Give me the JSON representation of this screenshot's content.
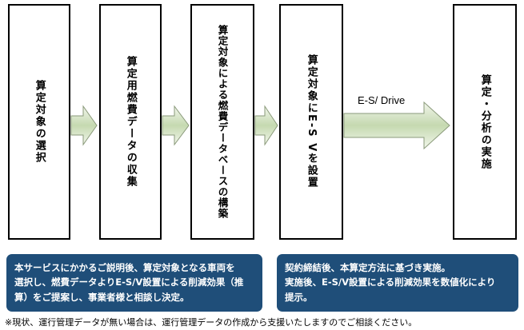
{
  "steps": [
    {
      "label": "算定対象の選択"
    },
    {
      "label": "算定用燃費データの収集"
    },
    {
      "label": "算定対象による燃費データベースの構築"
    },
    {
      "label": "算定対象にE-S Vを設置"
    },
    {
      "label": "算定・分析の実施"
    }
  ],
  "drive_label": "E-S/ Drive",
  "notes": {
    "left": {
      "line1": "本サービスにかかるご説明後、算定対象となる車両を",
      "line2": "選択し、燃費データよりE-S/V設置による削減効果（推",
      "line3": "算）をご提案し、事業者様と相談し決定。"
    },
    "right": {
      "line1": "契約締結後、本算定方法に基づき実施。",
      "line2": "実施後、E-S/V設置による削減効果を数値化により",
      "line3": "提示。"
    }
  },
  "footnote": "※現状、運行管理データが無い場合は、運行管理データの作成から支援いたしますのでご相談ください。",
  "colors": {
    "note_bg": "#1f4e79",
    "arrow_fill": "#c5d9b0",
    "arrow_light": "#f2f6ec",
    "arrow_stroke": "#8a9a7a"
  }
}
